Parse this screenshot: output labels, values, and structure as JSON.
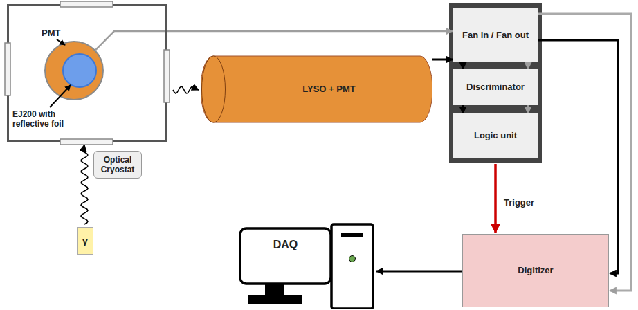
{
  "diagram": {
    "nodes": [
      {
        "text": [
          "Optical Cryostat"
        ]
      },
      {
        "text": [
          "PMT"
        ],
        "in": 0
      },
      {
        "text": [
          "EJ200 with reflective foil"
        ],
        "in": 1
      },
      {
        "text": [
          "γ"
        ]
      },
      {
        "text": [
          "LYSO + PMT"
        ]
      },
      {
        "text": [
          "Fan in / Fan out"
        ]
      },
      {
        "text": [
          "Discriminator"
        ]
      },
      {
        "text": [
          "Logic unit"
        ]
      },
      {
        "text": [
          "Digitizer"
        ]
      },
      {
        "text": [
          "DAQ"
        ]
      }
    ],
    "edges": [
      {
        "from": 3,
        "to": 0,
        "arrow": "to"
      },
      {
        "from": 0,
        "to": 4,
        "arrow": "to"
      },
      {
        "from": 1,
        "to": 5,
        "arrow": "to"
      },
      {
        "from": 4,
        "to": 5,
        "arrow": "to"
      },
      {
        "from": 5,
        "to": 6,
        "arrow": "to"
      },
      {
        "from": 5,
        "to": 6,
        "arrow": "to"
      },
      {
        "from": 6,
        "to": 7,
        "arrow": "to"
      },
      {
        "from": 6,
        "to": 7,
        "arrow": "to"
      },
      {
        "from": 7,
        "to": 8,
        "label": "Trigger",
        "arrow": "to"
      },
      {
        "from": 5,
        "to": 8,
        "arrow": "to"
      },
      {
        "from": 5,
        "to": 8,
        "arrow": "to"
      },
      {
        "from": 8,
        "to": 9,
        "arrow": "to"
      }
    ]
  }
}
